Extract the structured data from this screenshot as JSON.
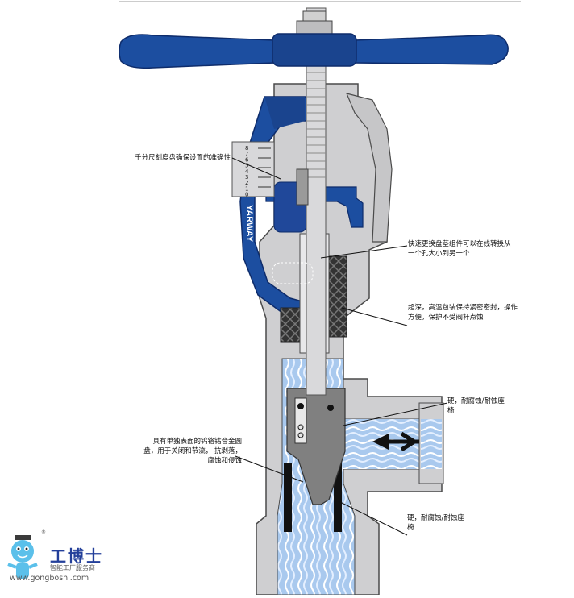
{
  "callouts": {
    "micrometer": [
      "千分尺刻度盘确保设置的准确性"
    ],
    "quick_change": [
      "快速更换盘茎组件可以在线转换从",
      "一个孔大小到另一个"
    ],
    "packing": [
      "超深，高温包装保持紧密密封，操作",
      "方便，保护不受阀杆点蚀"
    ],
    "seat_upper": [
      "硬，耐腐蚀/耐蚀座",
      "椅"
    ],
    "plug": [
      "具有单独表面的钨铬钴合金圆",
      "盘，用于关闭和节流，  抗剥落，",
      "腐蚀和侵蚀"
    ],
    "seat_lower": [
      "硬，耐腐蚀/耐蚀座",
      "椅"
    ]
  },
  "dial_numbers": [
    "8",
    "7",
    "6",
    "5",
    "4",
    "3",
    "2",
    "1",
    "0"
  ],
  "brand_text": "YARWAY",
  "logo": {
    "name": "工博士",
    "subtitle": "智能工厂服务商",
    "url": "www.gongboshi.com",
    "registered": "®"
  },
  "colors": {
    "blue": "#1c4ea0",
    "dark_blue": "#0e2c6b",
    "body_gray": "#cfcfd1",
    "outline": "#4a4a4a",
    "flow_blue": "#9bbfe8"
  }
}
